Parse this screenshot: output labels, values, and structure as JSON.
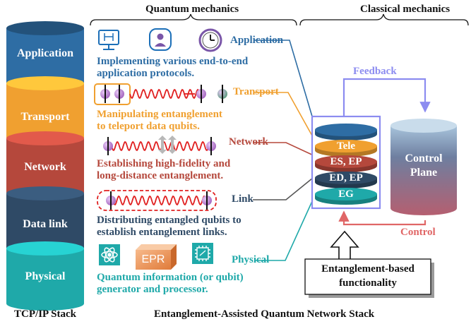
{
  "headers": {
    "quantum": "Quantum mechanics",
    "classical": "Classical mechanics"
  },
  "tcp_stack": {
    "title": "TCP/IP Stack",
    "layers": [
      {
        "label": "Application",
        "color": "#2E6DA4"
      },
      {
        "label": "Transport",
        "color": "#F0A030"
      },
      {
        "label": "Network",
        "color": "#B5483C"
      },
      {
        "label": "Data link",
        "color": "#2F4A66"
      },
      {
        "label": "Physical",
        "color": "#1FA9A9"
      }
    ]
  },
  "quantum_layers": [
    {
      "name": "Application",
      "description": [
        "Implementing various end-to-end",
        "application protocols."
      ],
      "color": "#2E6DA4"
    },
    {
      "name": "Transport",
      "description": [
        "Manipulating  entanglement",
        "to teleport data qubits."
      ],
      "color": "#F0A030"
    },
    {
      "name": "Network",
      "description": [
        "Establishing high-fidelity and",
        "long-distance entanglement."
      ],
      "color": "#B5483C"
    },
    {
      "name": "Link",
      "description": [
        "Distributing entangled qubits to",
        "establish entanglement links."
      ],
      "color": "#2F4A66"
    },
    {
      "name": "Physical",
      "description": [
        "Quantum information (or qubit)",
        "generator and processor."
      ],
      "color": "#1FA9A9"
    }
  ],
  "physical_epr_label": "EPR",
  "functional_stack": {
    "disks": [
      {
        "label": "",
        "color": "#2E6DA4"
      },
      {
        "label": "Tele",
        "color": "#F0A030"
      },
      {
        "label": "ES, EP",
        "color": "#B5483C"
      },
      {
        "label": "ED, EP",
        "color": "#2F4A66"
      },
      {
        "label": "EG",
        "color": "#1FA9A9"
      }
    ],
    "border_color": "#8C8CF0"
  },
  "control_plane": {
    "label": [
      "Control",
      "Plane"
    ],
    "color_top": "#A8C4DC",
    "color_bottom": "#B55F70"
  },
  "feedback_label": "Feedback",
  "feedback_color": "#8C8CF0",
  "control_label": "Control",
  "control_color": "#E06666",
  "functionality_box": [
    "Entanglement-based",
    "functionality"
  ],
  "bottom_title": "Entanglement-Assisted Quantum Network  Stack"
}
